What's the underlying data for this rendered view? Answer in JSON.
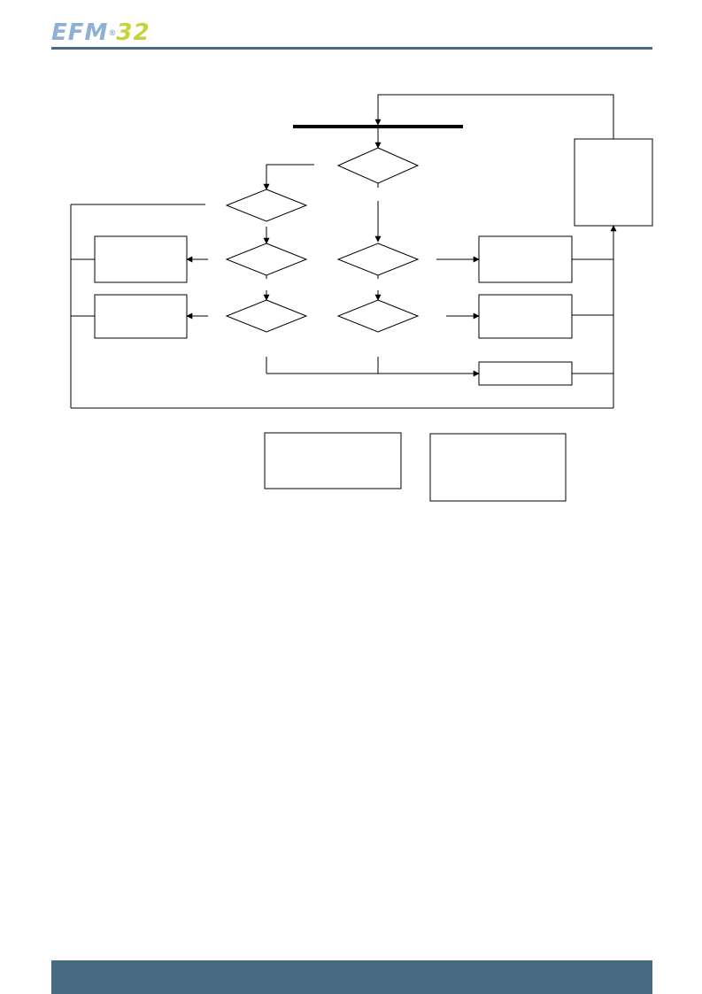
{
  "header": {
    "logo": {
      "letters": "EFM",
      "registered_mark": "®",
      "number": "32",
      "colors": {
        "letters": "#8fb0d6",
        "number": "#c6d43a"
      }
    },
    "rule_color": "#4a6a80"
  },
  "diagram": {
    "stroke_color": "#000000",
    "nodes": {
      "bar": "horizontal-sync-bar",
      "decisions": [
        "decision-top",
        "decision-left-1",
        "decision-left-2",
        "decision-left-3",
        "decision-center-2",
        "decision-center-3"
      ],
      "processes": [
        "process-left-1",
        "process-left-2",
        "process-right-1",
        "process-right-2",
        "process-right-3",
        "process-tall-right",
        "note-box-1",
        "note-box-2"
      ]
    }
  },
  "footer": {
    "bar_color": "#466a80"
  }
}
